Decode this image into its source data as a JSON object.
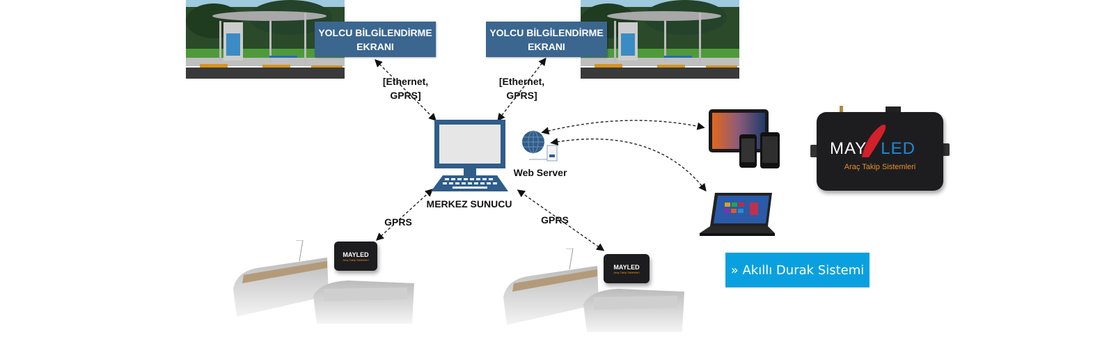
{
  "stops": [
    {
      "label_line1": "YOLCU BİLGİLENDİRME",
      "label_line2": "EKRANI",
      "link": "[Ethernet,",
      "link2": "GPRS]"
    },
    {
      "label_line1": "YOLCU BİLGİLENDİRME",
      "label_line2": "EKRANI",
      "link": "[Ethernet,",
      "link2": "GPRS]"
    }
  ],
  "server": {
    "label": "MERKEZ SUNUCU"
  },
  "web_server": {
    "label": "Web Server"
  },
  "vehicles": [
    {
      "link": "GPRS",
      "device_brand": "MAYLED",
      "device_sub": "Araç Takip Sistemleri"
    },
    {
      "link": "GPRS",
      "device_brand": "MAYLED",
      "device_sub": "Araç Takip Sistemleri"
    }
  ],
  "product": {
    "brand_left": "MAY",
    "brand_right": "LED",
    "subtitle": "Araç Takip Sistemleri"
  },
  "cta": {
    "label": "» Akıllı Durak Sistemi"
  },
  "colors": {
    "box_blue": "#3a6690",
    "cta_blue": "#0aa0e0",
    "logo_red": "#d4202a",
    "logo_blue": "#1e88d8",
    "subtitle_orange": "#e8902a"
  }
}
